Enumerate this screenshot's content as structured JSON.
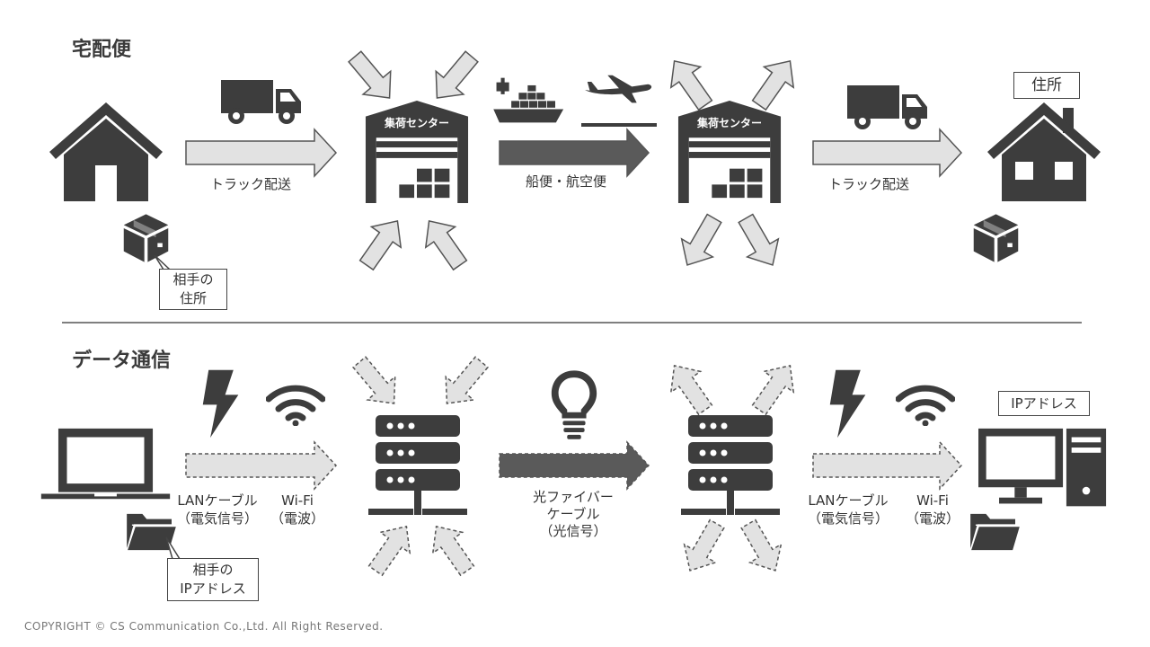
{
  "colors": {
    "dark": "#3d3d3d",
    "arrow_light": "#e2e2e2",
    "arrow_border": "#555555",
    "arrow_dark": "#5a5a5a",
    "divider": "#555555"
  },
  "delivery": {
    "title": "宅配便",
    "center_label": "集荷センター",
    "truck_label": "トラック配送",
    "ship_label": "船便・航空便",
    "sender_callout": [
      "相手の",
      "住所"
    ],
    "address_label": "住所"
  },
  "data": {
    "title": "データ通信",
    "lan_label": [
      "LANケーブル",
      "（電気信号）"
    ],
    "wifi_label": [
      "Wi-Fi",
      "（電波）"
    ],
    "fiber_label": [
      "光ファイバー",
      "ケーブル",
      "（光信号）"
    ],
    "sender_callout": [
      "相手の",
      "IPアドレス"
    ],
    "ip_label": "IPアドレス"
  },
  "copyright": "COPYRIGHT © CS Communication Co.,Ltd. All Right Reserved."
}
